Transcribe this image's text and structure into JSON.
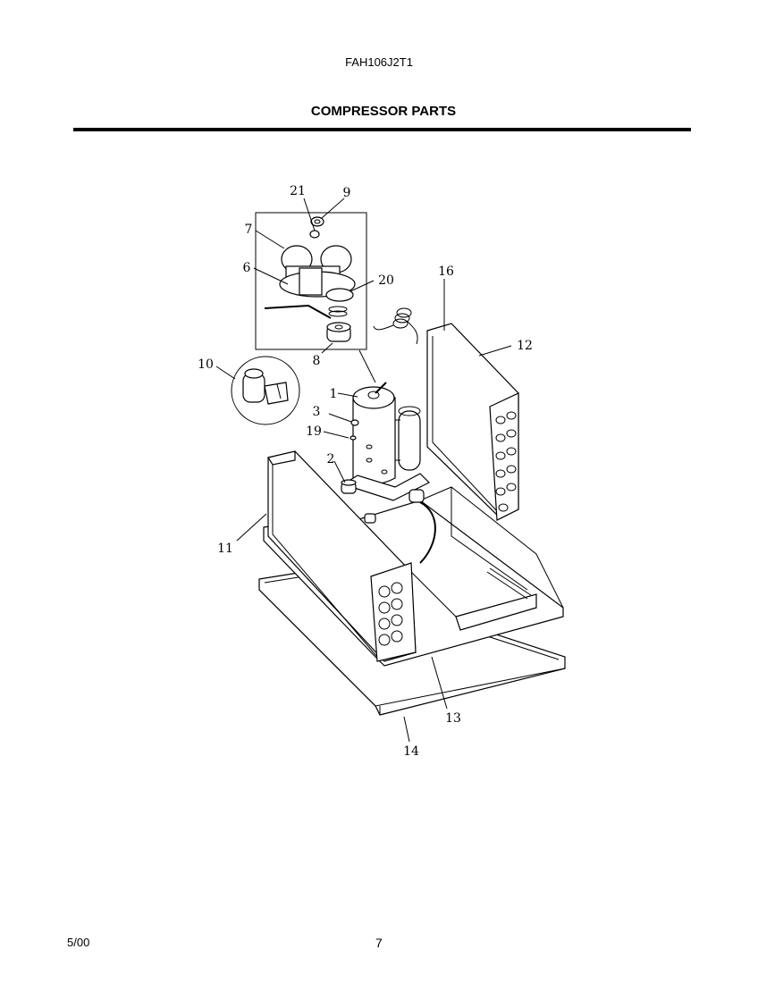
{
  "header": {
    "model_number": "FAH106J2T1",
    "section_title": "COMPRESSOR PARTS"
  },
  "callouts": {
    "c1": "1",
    "c2": "2",
    "c3": "3",
    "c6": "6",
    "c7": "7",
    "c8": "8",
    "c9": "9",
    "c10": "10",
    "c11": "11",
    "c12": "12",
    "c13": "13",
    "c14": "14",
    "c16": "16",
    "c19": "19",
    "c20": "20",
    "c21": "21"
  },
  "footer": {
    "date": "5/00",
    "page_number": "7"
  }
}
